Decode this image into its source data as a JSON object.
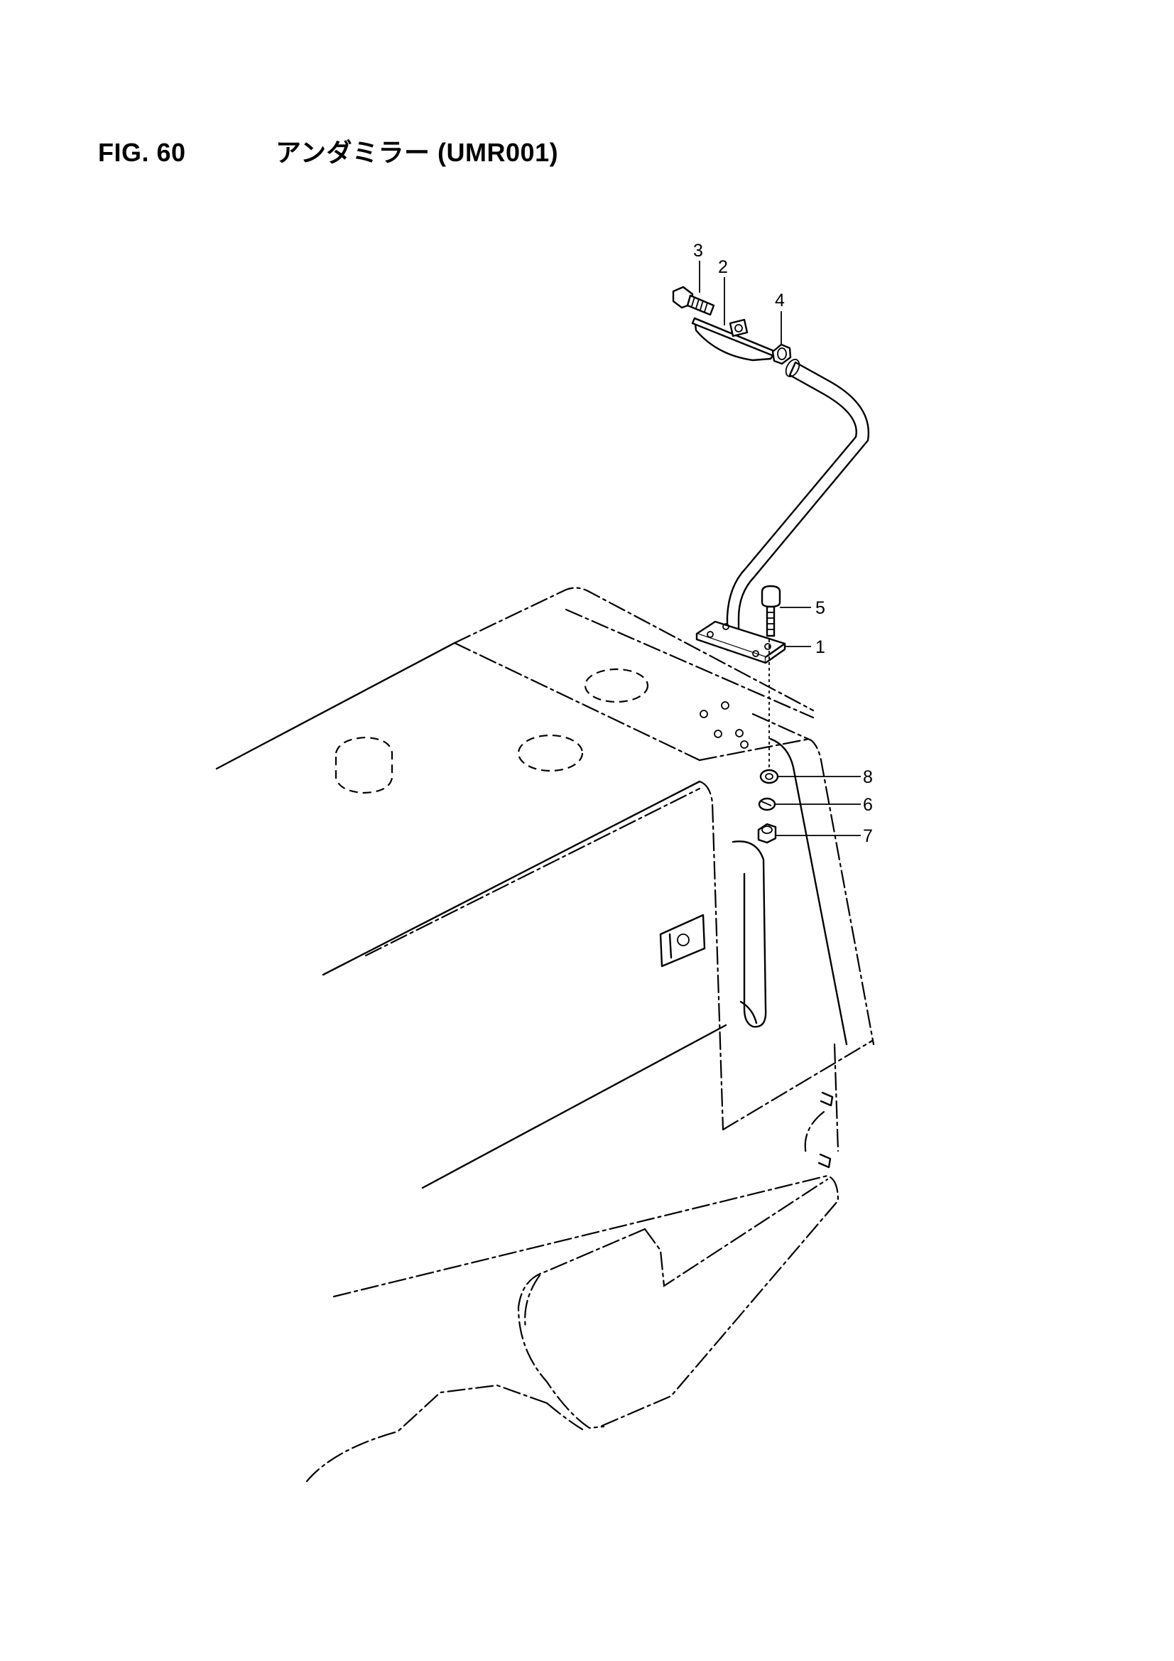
{
  "figure": {
    "number": "FIG. 60",
    "title": "アンダミラー (UMR001)"
  },
  "callouts": [
    {
      "label": "1",
      "part": "bracket-plate"
    },
    {
      "label": "2",
      "part": "mirror"
    },
    {
      "label": "3",
      "part": "bolt"
    },
    {
      "label": "4",
      "part": "nut"
    },
    {
      "label": "5",
      "part": "bolt"
    },
    {
      "label": "6",
      "part": "spring-washer"
    },
    {
      "label": "7",
      "part": "nut"
    },
    {
      "label": "8",
      "part": "plain-washer"
    }
  ]
}
